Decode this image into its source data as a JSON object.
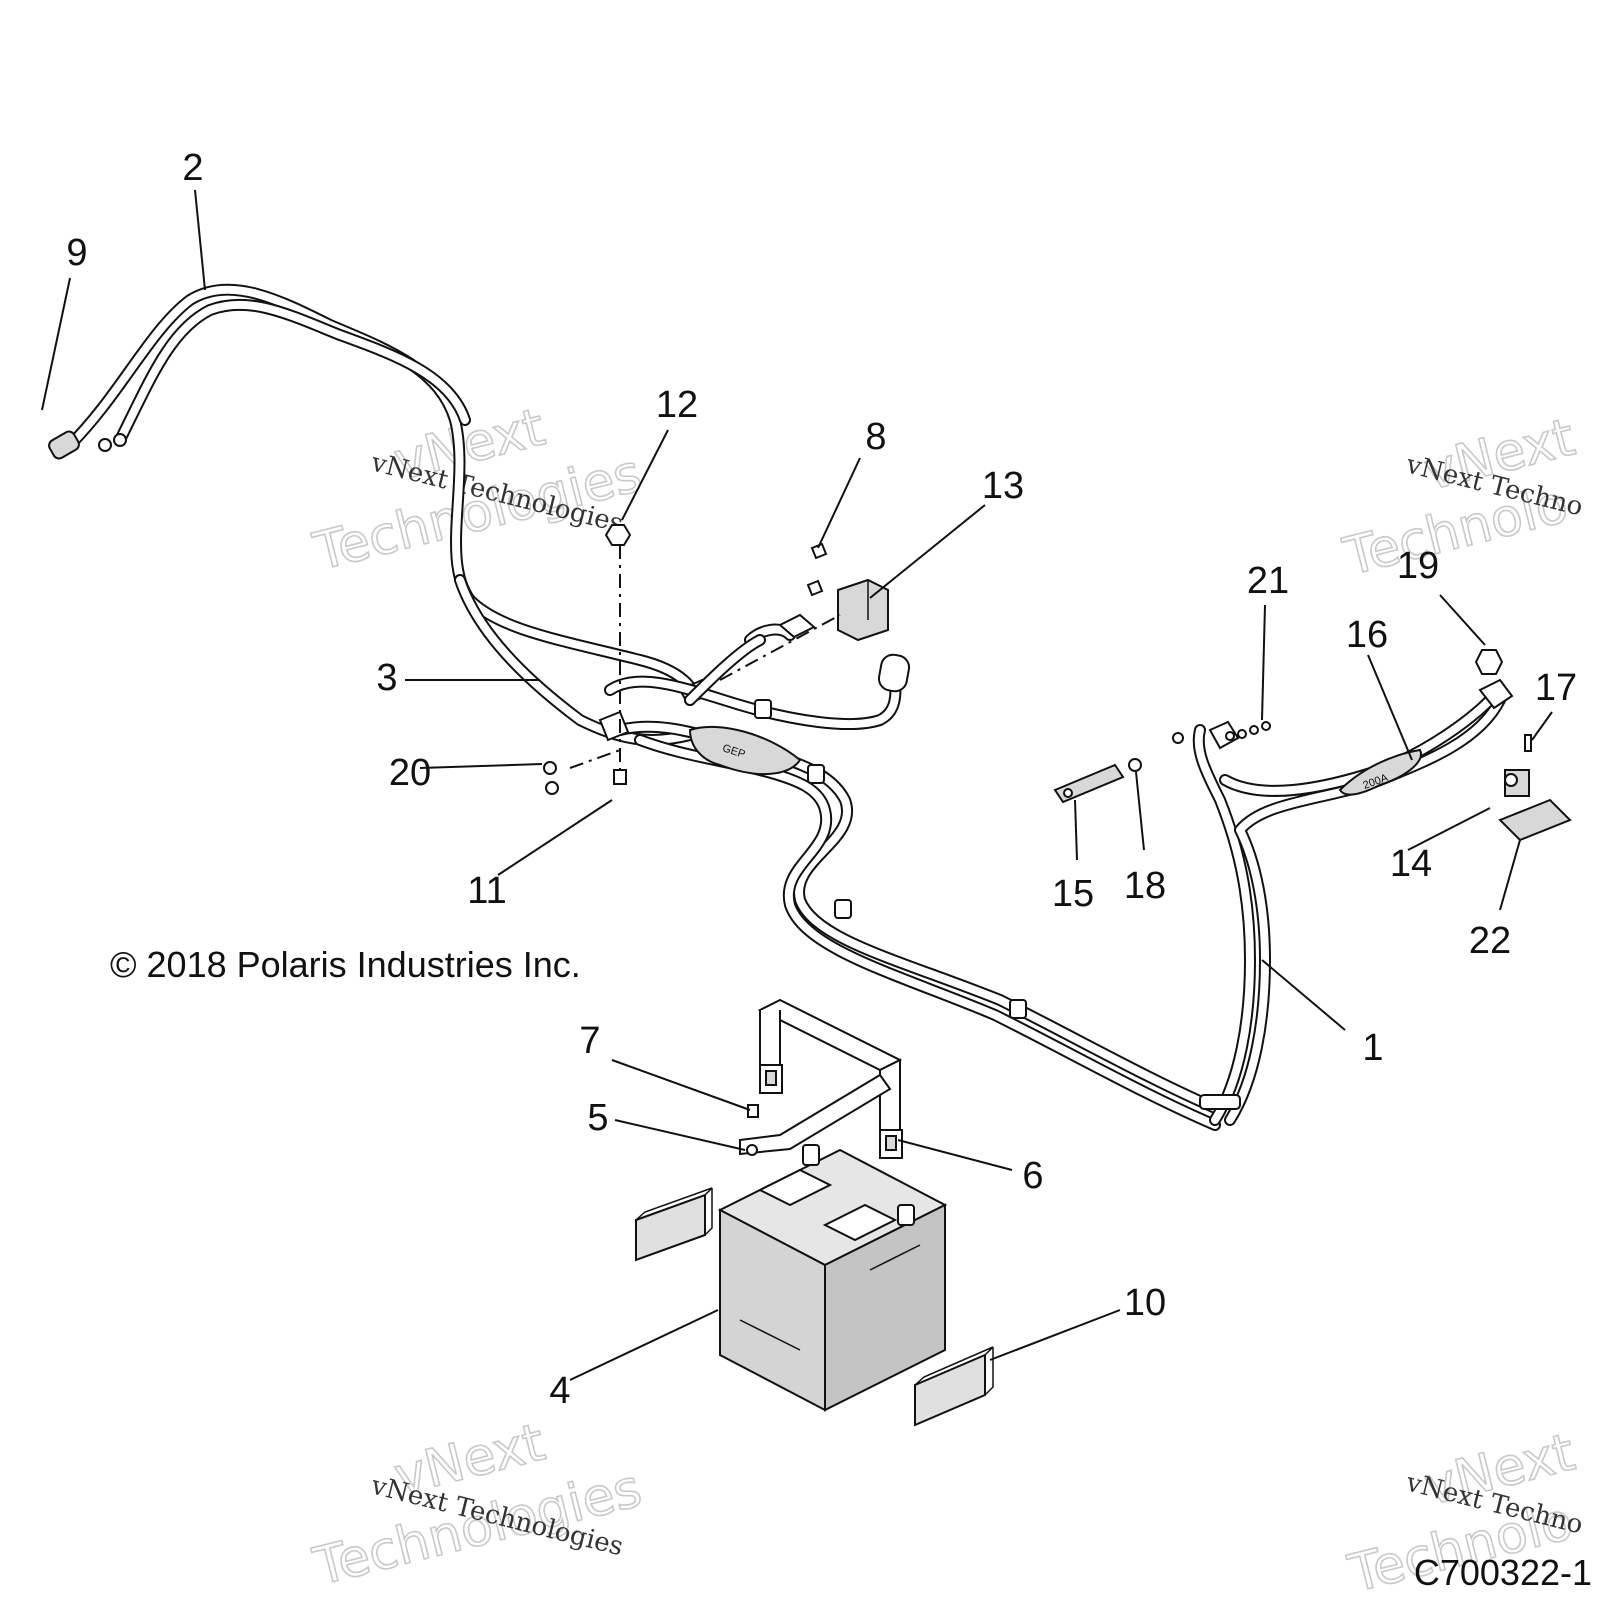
{
  "callouts": [
    "1",
    "2",
    "3",
    "4",
    "5",
    "6",
    "7",
    "8",
    "9",
    "10",
    "11",
    "12",
    "13",
    "14",
    "15",
    "16",
    "17",
    "18",
    "19",
    "20",
    "21",
    "22"
  ],
  "copyright": "© 2018 Polaris Industries Inc.",
  "drawing_code": "C700322-1",
  "watermark": {
    "line1": "vNext Technologies",
    "line2": "vNext",
    "line3": "Technologies",
    "line4": "vNext Techno",
    "line5": "vNext",
    "line6": "Technolo"
  },
  "part_labels": {
    "fuse_left": "GEP",
    "fuse_right": "200A"
  }
}
